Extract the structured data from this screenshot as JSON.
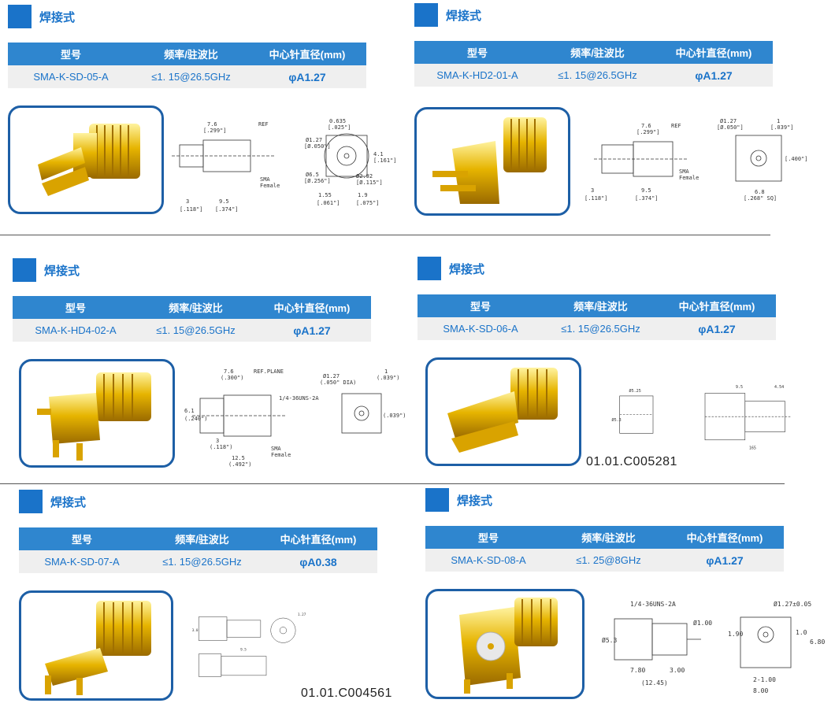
{
  "sections": [
    {
      "title": "焊接式",
      "headers": [
        "型号",
        "频率/驻波比",
        "中心针直径(mm)"
      ],
      "model": "SMA-K-SD-05-A",
      "freq": "≤1. 15@26.5GHz",
      "pin": "φA1.27"
    },
    {
      "title": "焊接式",
      "headers": [
        "型号",
        "频率/驻波比",
        "中心针直径(mm)"
      ],
      "model": "SMA-K-HD2-01-A",
      "freq": "≤1. 15@26.5GHz",
      "pin": "φA1.27"
    },
    {
      "title": "焊接式",
      "headers": [
        "型号",
        "频率/驻波比",
        "中心针直径(mm)"
      ],
      "model": "SMA-K-HD4-02-A",
      "freq": "≤1. 15@26.5GHz",
      "pin": "φA1.27"
    },
    {
      "title": "焊接式",
      "headers": [
        "型号",
        "频率/驻波比",
        "中心针直径(mm)"
      ],
      "model": "SMA-K-SD-06-A",
      "freq": "≤1. 15@26.5GHz",
      "pin": "φA1.27",
      "code": "01.01.C005281"
    },
    {
      "title": "焊接式",
      "headers": [
        "型号",
        "频率/驻波比",
        "中心针直径(mm)"
      ],
      "model": "SMA-K-SD-07-A",
      "freq": "≤1. 15@26.5GHz",
      "pin": "φA0.38",
      "code": "01.01.C004561"
    },
    {
      "title": "焊接式",
      "headers": [
        "型号",
        "频率/驻波比",
        "中心针直径(mm)"
      ],
      "model": "SMA-K-SD-08-A",
      "freq": "≤1. 25@8GHz",
      "pin": "φA1.27"
    }
  ],
  "drawing_labels": {
    "d1": [
      "7.6",
      "[.299\"]",
      "REF",
      "SMA",
      "Female",
      "3",
      "9.5",
      "[.118\"]",
      "[.374\"]",
      "0.635",
      "[.025\"]",
      "Ø1.27",
      "[Ø.050\"]",
      "Ø6.5",
      "[Ø.256\"]",
      "Ø2.92",
      "[Ø.115\"]",
      "4.1",
      "[.161\"]",
      "1.55",
      "[.061\"]",
      "1.9",
      "[.075\"]"
    ],
    "d2": [
      "7.6",
      "[.299\"]",
      "REF",
      "SMA",
      "Female",
      "3",
      "9.5",
      "[.118\"]",
      "[.374\"]",
      "Ø1.27",
      "[Ø.050\"]",
      "1",
      "[.039\"]",
      "[.400\"]",
      "6.8",
      "[.268\" SQ]"
    ],
    "d3": [
      "7.6",
      "(.300\")",
      "REF.PLANE",
      "1/4-36UNS-2A",
      "SMA",
      "Female",
      "6.1",
      "(.240\")",
      "3",
      "(.118\")",
      "12.5",
      "(.492\")",
      "Ø1.27",
      "(.050\" DIA)",
      "1",
      "(.039\")",
      "(.039\")"
    ],
    "d4": [
      "Ø5.25",
      "9.5",
      "4.54",
      "Ø5.3",
      "165"
    ],
    "d5": [
      "3.0",
      "1.27",
      "9.5"
    ],
    "d6": [
      "1/4-36UNS-2A",
      "Ø5.3",
      "Ø1.00",
      "7.80",
      "3.00",
      "(12.45)",
      "Ø1.27±0.05",
      "1.90",
      "1.0",
      "6.80",
      "2-1.00",
      "8.00"
    ]
  }
}
